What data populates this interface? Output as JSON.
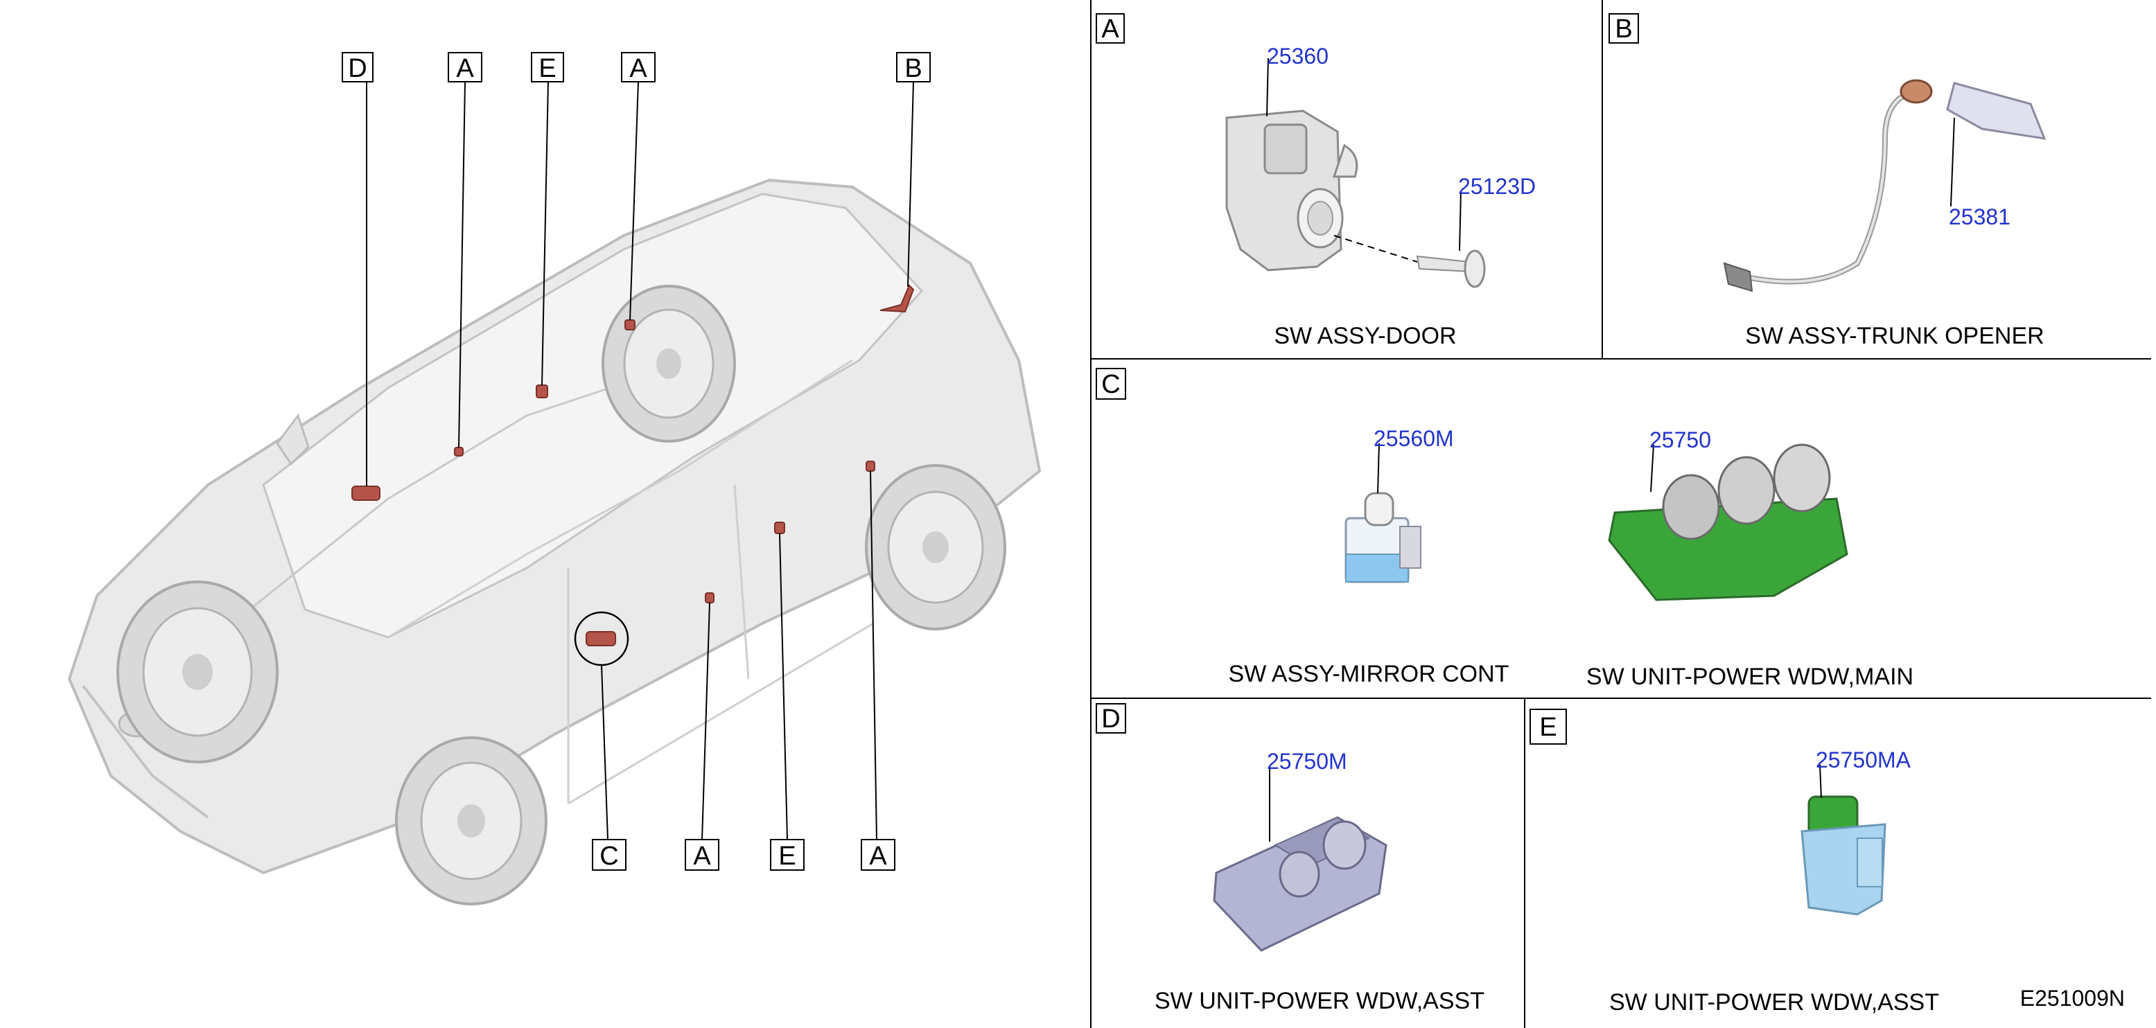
{
  "callout_letters": {
    "top_1": "D",
    "top_2": "A",
    "top_3": "E",
    "top_4": "A",
    "top_5": "B",
    "bottom_1": "C",
    "bottom_2": "A",
    "bottom_3": "E",
    "bottom_4": "A"
  },
  "panels": {
    "A": {
      "tag": "A",
      "caption": "SW ASSY-DOOR",
      "parts": [
        "25360",
        "25123D"
      ]
    },
    "B": {
      "tag": "B",
      "caption": "SW ASSY-TRUNK OPENER",
      "parts": [
        "25381"
      ]
    },
    "C": {
      "tag": "C",
      "captions": [
        "SW ASSY-MIRROR CONT",
        "SW UNIT-POWER WDW,MAIN"
      ],
      "parts": [
        "25560M",
        "25750"
      ]
    },
    "D": {
      "tag": "D",
      "caption": "SW UNIT-POWER WDW,ASST",
      "parts": [
        "25750M"
      ]
    },
    "E": {
      "tag": "E",
      "caption": "SW UNIT-POWER WDW,ASST",
      "parts": [
        "25750MA"
      ]
    }
  },
  "figure_code": "E251009N",
  "colors": {
    "callout_line": "#000000",
    "part_number": "#2233cc",
    "switch_marker": "#b5544a",
    "green_switch": "#3aa63a",
    "light_blue_switch": "#a8d4f0",
    "lavender_switch": "#b4b4d4"
  }
}
